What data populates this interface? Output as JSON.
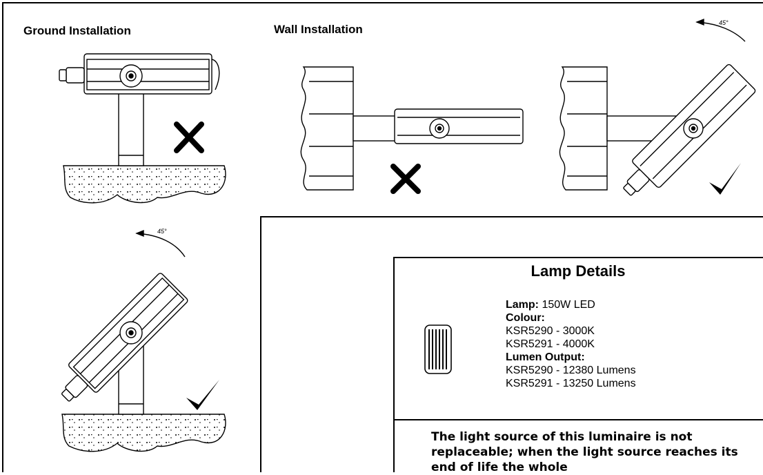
{
  "headings": {
    "ground": "Ground Installation",
    "wall": "Wall Installation"
  },
  "angle_label": "45°",
  "lamp_details": {
    "title": "Lamp Details",
    "lamp_label": "Lamp:",
    "lamp_value": "150W LED",
    "colour_label": "Colour:",
    "colour_lines": [
      "KSR5290 - 3000K",
      "KSR5291 - 4000K"
    ],
    "lumen_label": "Lumen Output:",
    "lumen_lines": [
      "KSR5290 - 12380 Lumens",
      "KSR5291 - 13250 Lumens"
    ]
  },
  "notice": "The light source of this luminaire is not replaceable; when the light source reaches its end of life the whole"
}
